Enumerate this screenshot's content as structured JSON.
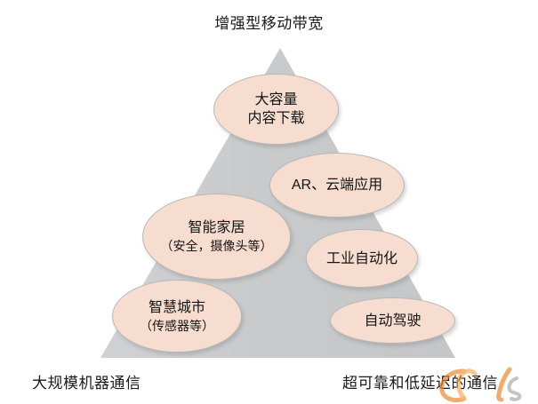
{
  "diagram": {
    "type": "pyramid-with-ellipses",
    "title": "增强型移动带宽",
    "corner_labels": {
      "bottom_left": "大规模机器通信",
      "bottom_right": "超可靠和低延迟的通信"
    },
    "colors": {
      "background": "#ffffff",
      "pyramid_fill": "#c9cbcd",
      "ellipse_fill": "#f7ddd0",
      "ellipse_border": "#b9b9b9",
      "text": "#141414",
      "watermark": "#e8822a"
    },
    "nodes": [
      {
        "id": "capacity",
        "line1": "大容量",
        "line2": "内容下载"
      },
      {
        "id": "ar",
        "line1": "AR、云端应用",
        "line2": ""
      },
      {
        "id": "smarthome",
        "line1": "智能家居",
        "line2": "（安全，摄像头等）"
      },
      {
        "id": "industry",
        "line1": "工业自动化",
        "line2": ""
      },
      {
        "id": "smartcity",
        "line1": "智慧城市",
        "line2": "（传感器等）"
      },
      {
        "id": "driving",
        "line1": "自动驾驶",
        "line2": ""
      }
    ],
    "watermark": {
      "mark": "@",
      "suffix": "s"
    }
  }
}
